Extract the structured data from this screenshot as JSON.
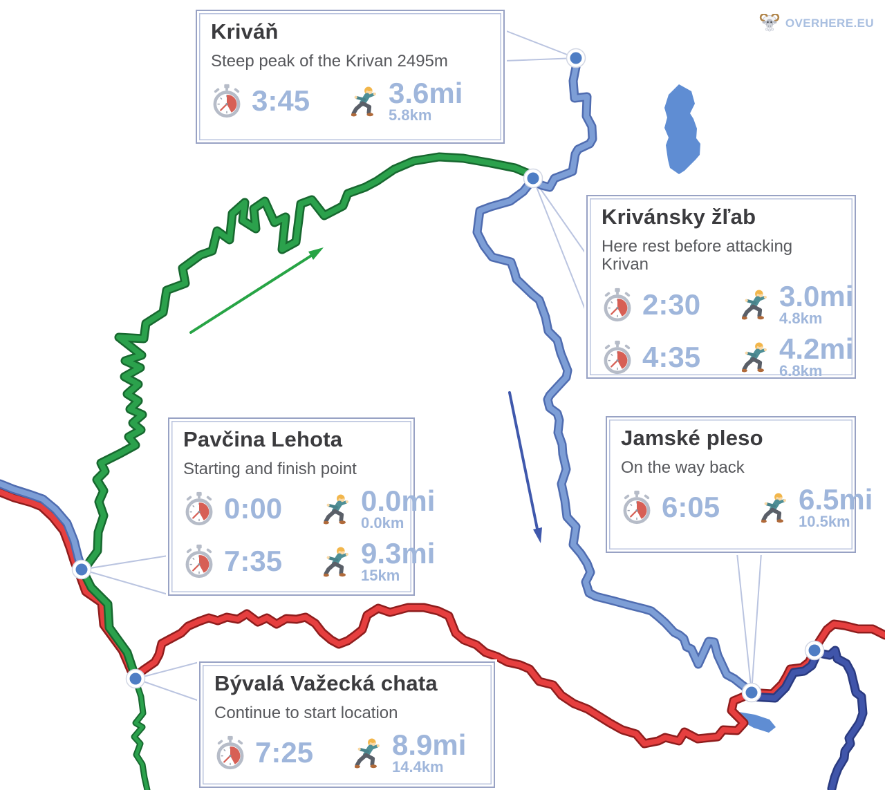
{
  "logo": {
    "label": "OVERHERE.EU"
  },
  "boxes": [
    {
      "id": "krivan",
      "title": "Kriváň",
      "subtitle": "Steep peak of the Krivan 2495m",
      "stats": [
        {
          "time": "3:45",
          "miles": "3.6mi",
          "km": "5.8km"
        }
      ]
    },
    {
      "id": "krivansky-zlab",
      "title": "Krivánsky žľab",
      "subtitle": "Here rest before attacking Krivan",
      "stats": [
        {
          "time": "2:30",
          "miles": "3.0mi",
          "km": "4.8km"
        },
        {
          "time": "4:35",
          "miles": "4.2mi",
          "km": "6.8km"
        }
      ]
    },
    {
      "id": "pavcina-lehota",
      "title": "Pavčina Lehota",
      "subtitle": "Starting and finish point",
      "stats": [
        {
          "time": "0:00",
          "miles": "0.0mi",
          "km": "0.0km"
        },
        {
          "time": "7:35",
          "miles": "9.3mi",
          "km": "15km"
        }
      ]
    },
    {
      "id": "jamske-pleso",
      "title": "Jamské pleso",
      "subtitle": "On the way back",
      "stats": [
        {
          "time": "6:05",
          "miles": "6.5mi",
          "km": "10.5km"
        }
      ]
    },
    {
      "id": "byvala-vazecka-chata",
      "title": "Bývalá Važecká chata",
      "subtitle": "Continue to start location",
      "stats": [
        {
          "time": "7:25",
          "miles": "8.9mi",
          "km": "14.4km"
        }
      ]
    }
  ],
  "colors": {
    "title_text": "#3b3b3e",
    "subtitle_text": "#57585c",
    "stat_text": "#9fb6db",
    "box_border": "#98a2c4",
    "box_border_inner": "#b9c3de",
    "connector": "#bac4e0",
    "route_green": "#2ba14c",
    "route_green_dark": "#17682f",
    "route_red": "#e63f3f",
    "route_red_dark": "#8f1d1d",
    "route_lightblue": "#7d9ed6",
    "route_lightblue_dark": "#4f6cb0",
    "route_darkblue": "#4055aa",
    "route_darkblue_dark": "#2a3a80",
    "arrow_green": "#27a445",
    "arrow_blue": "#3f58ac",
    "waypoint_fill": "#4e7dc4",
    "lake": "#5f8dd3",
    "logo_text_color": "#a9bfe0"
  }
}
